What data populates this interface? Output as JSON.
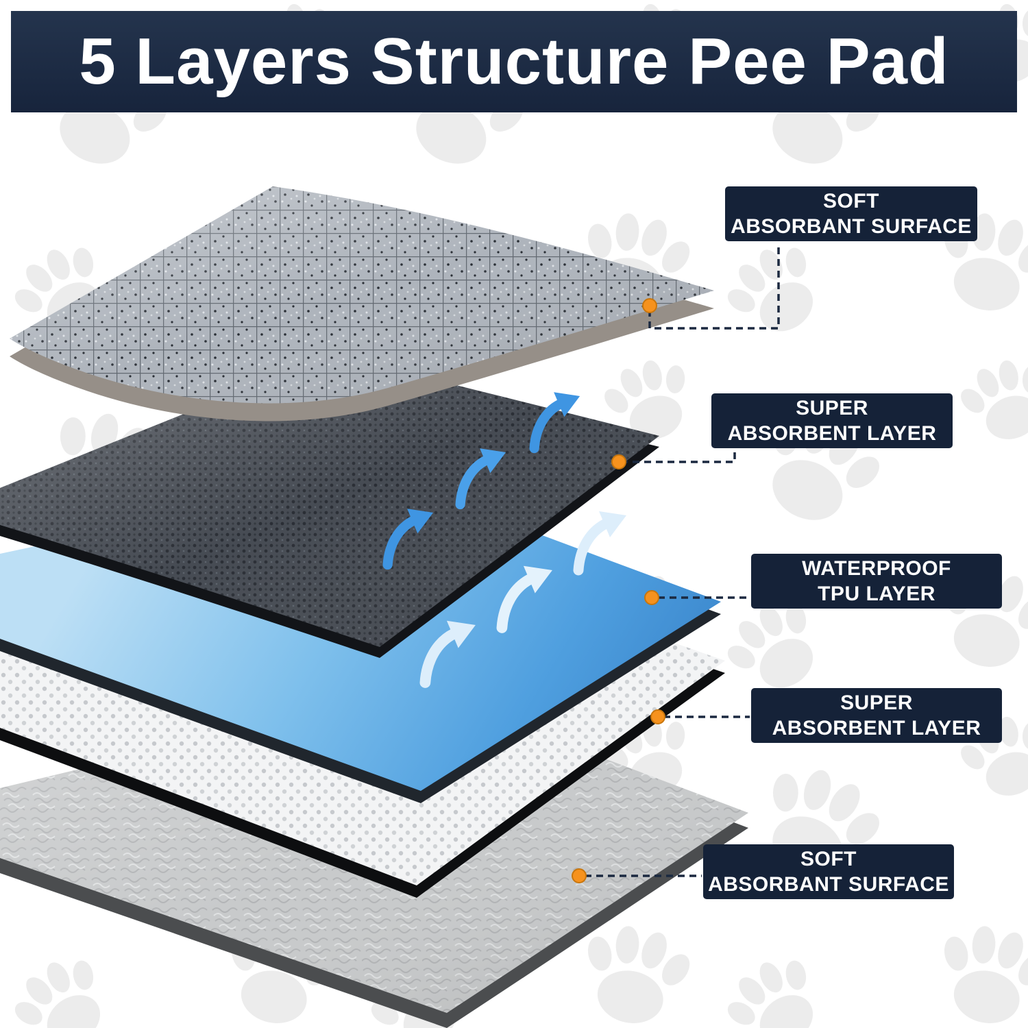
{
  "header": {
    "title": "5 Layers Structure Pee Pad"
  },
  "labels": [
    {
      "id": "soft-absorbant-surface-top",
      "line1": "SOFT",
      "line2": "ABSORBANT SURFACE"
    },
    {
      "id": "super-absorbent-layer-upper",
      "line1": "SUPER",
      "line2": "ABSORBENT LAYER"
    },
    {
      "id": "waterproof-tpu-layer",
      "line1": "WATERPROOF",
      "line2": "TPU LAYER"
    },
    {
      "id": "super-absorbent-layer-lower",
      "line1": "SUPER",
      "line2": "ABSORBENT LAYER"
    },
    {
      "id": "soft-absorbant-surface-bottom",
      "line1": "SOFT",
      "line2": "ABSORBANT SURFACE"
    }
  ],
  "colors": {
    "banner_navy": "#17243c",
    "label_navy": "#152238",
    "connector_navy": "#1b2940",
    "marker_orange": "#f6921e",
    "waterproof_blue": "#5aa3e0",
    "arrow_blue": "#3f95e2"
  }
}
